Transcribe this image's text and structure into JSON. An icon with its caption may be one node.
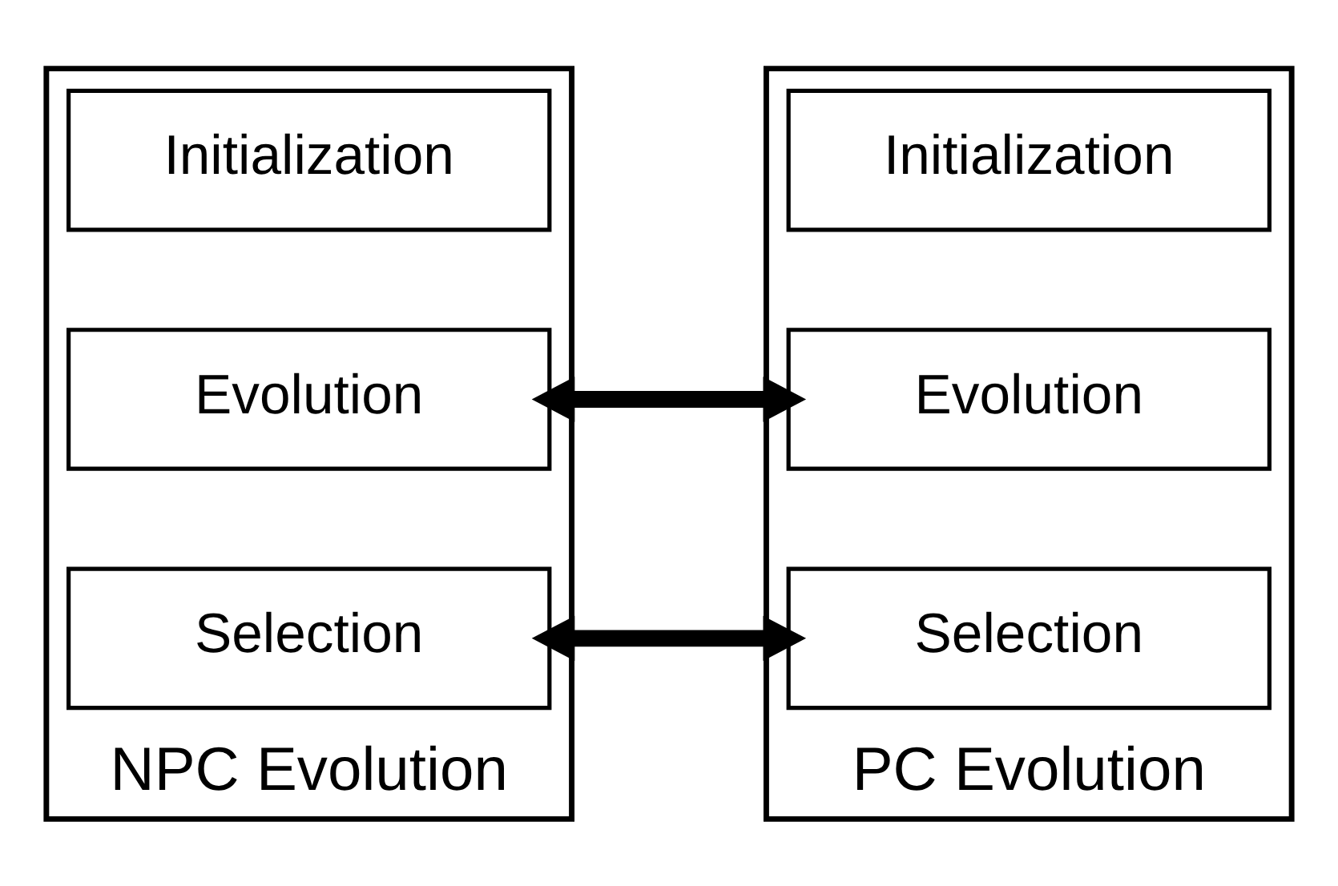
{
  "diagram": {
    "nodes": [
      {
        "text": [
          "NPC Evolution"
        ]
      },
      {
        "text": [
          "Initialization"
        ],
        "in": 0
      },
      {
        "text": [
          "Evolution"
        ],
        "in": 0
      },
      {
        "text": [
          "Selection"
        ],
        "in": 0
      },
      {
        "text": [
          "PC Evolution"
        ]
      },
      {
        "text": [
          "Initialization"
        ],
        "in": 4
      },
      {
        "text": [
          "Evolution"
        ],
        "in": 4
      },
      {
        "text": [
          "Selection"
        ],
        "in": 4
      }
    ],
    "edges": [
      {
        "from": 2,
        "to": 6,
        "arrow": "both"
      },
      {
        "from": 3,
        "to": 7,
        "arrow": "both"
      }
    ]
  }
}
